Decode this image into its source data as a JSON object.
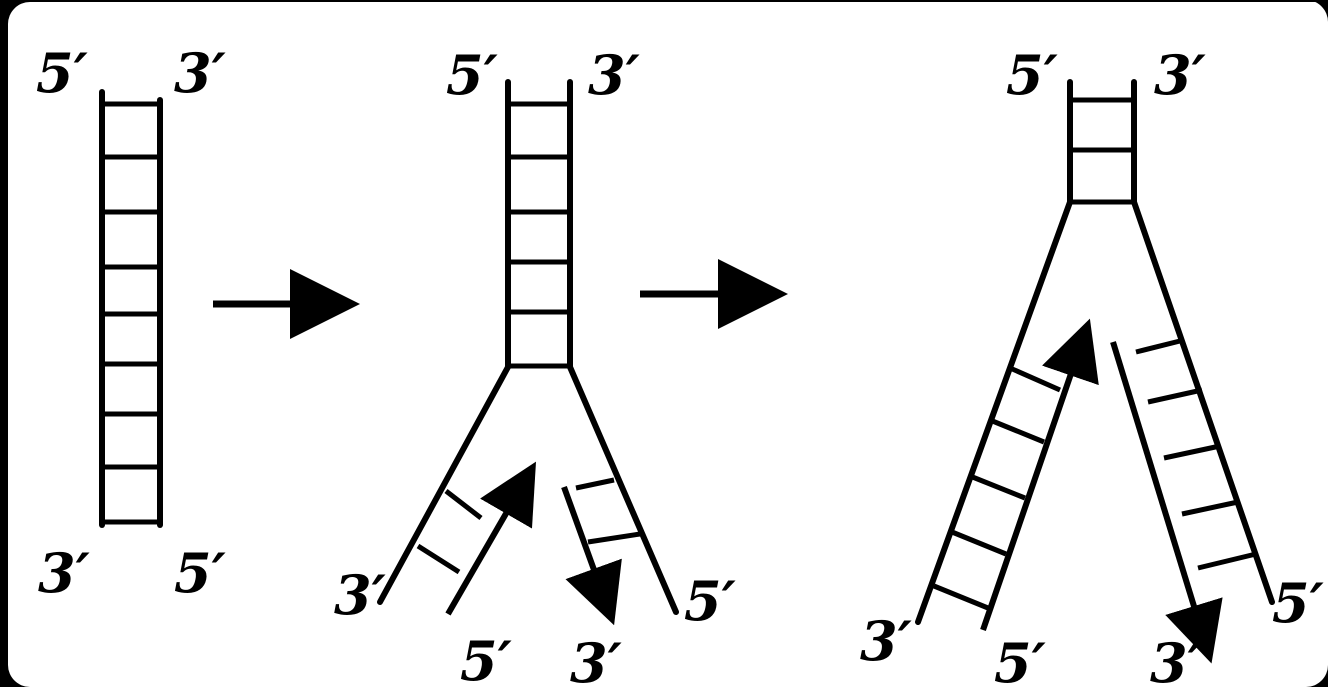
{
  "labels": {
    "s1_top_left": "5′",
    "s1_top_right": "3′",
    "s1_bottom_left": "3′",
    "s1_bottom_right": "5′",
    "s2_top_left": "5′",
    "s2_top_right": "3′",
    "s2_left_outer": "3′",
    "s2_left_new": "5′",
    "s2_right_new": "3′",
    "s2_right_outer": "5′",
    "s3_top_left": "5′",
    "s3_top_right": "3′",
    "s3_left_outer": "3′",
    "s3_left_new": "5′",
    "s3_right_new": "3′",
    "s3_right_outer": "5′"
  },
  "colors": {
    "background": "#000000",
    "page": "#ffffff",
    "ink": "#000000"
  }
}
